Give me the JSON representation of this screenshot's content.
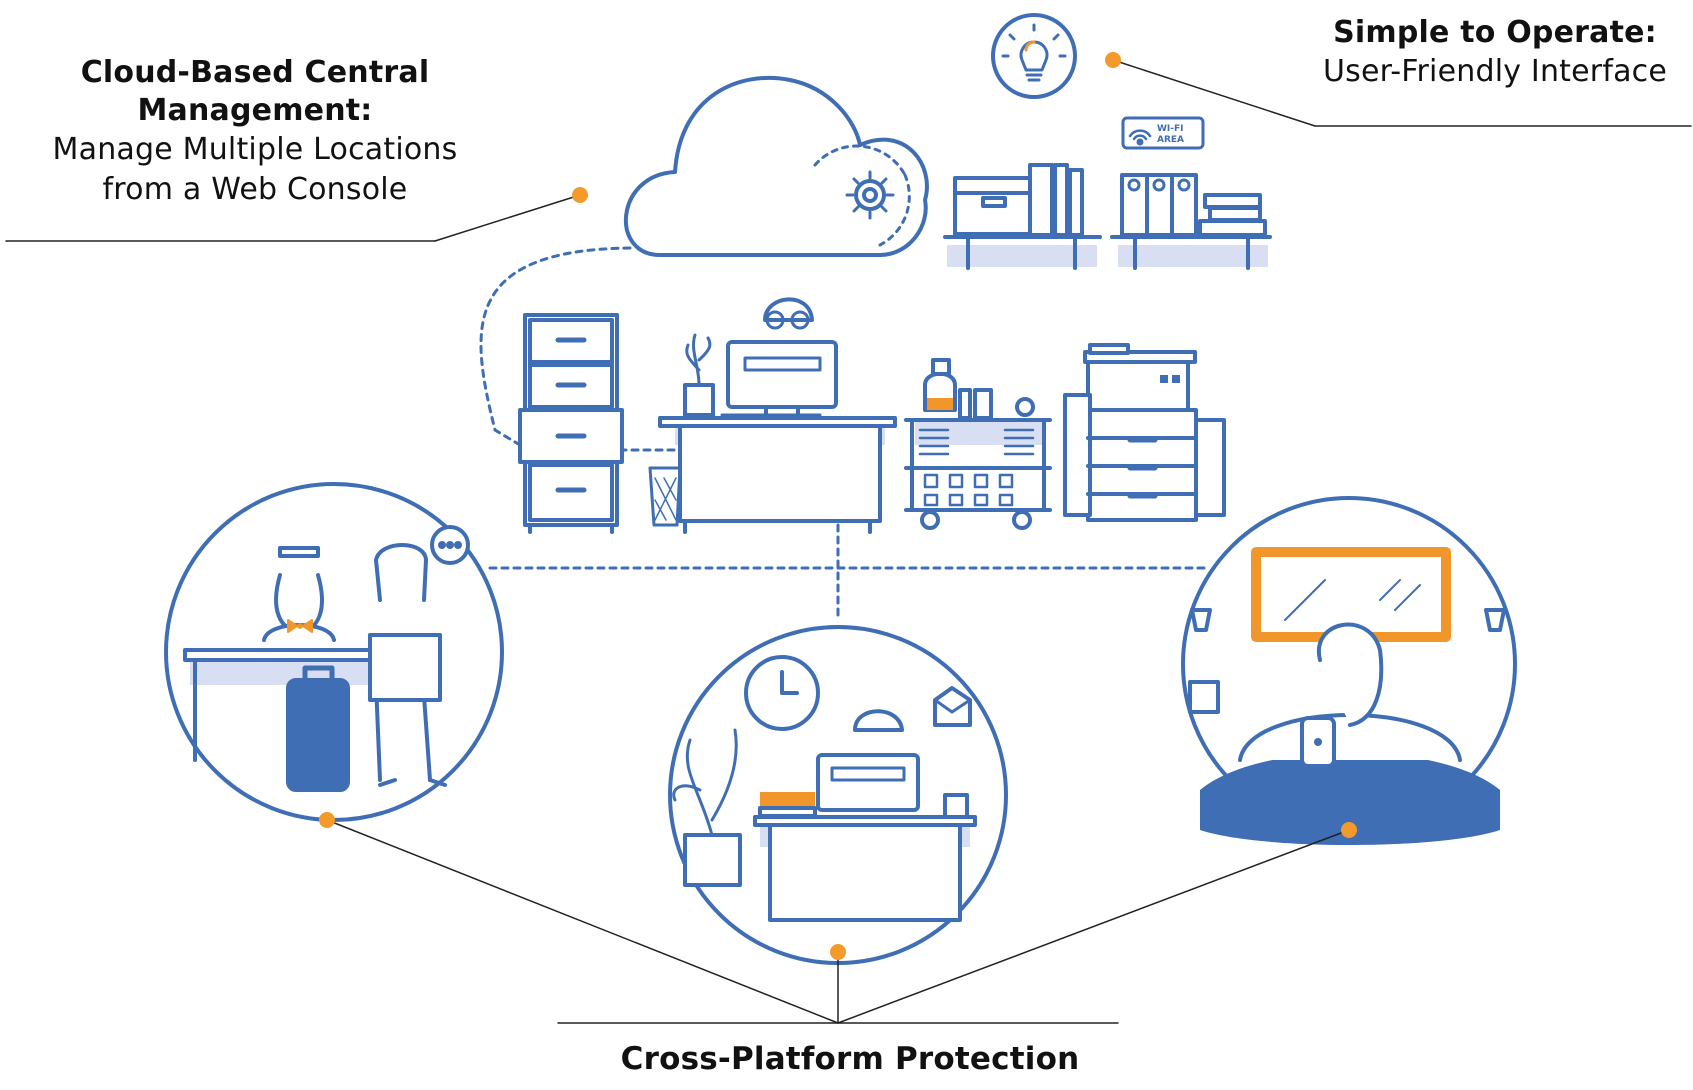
{
  "labels": {
    "cloud": {
      "title": "Cloud-Based Central Management:",
      "subtitle_line1": "Manage Multiple Locations",
      "subtitle_line2": "from a Web Console"
    },
    "simple": {
      "title": "Simple to Operate:",
      "subtitle": "User-Friendly Interface"
    },
    "cross": {
      "title": "Cross-Platform Protection"
    }
  },
  "badges": {
    "wifi_line1": "WI-FI",
    "wifi_line2": "AREA"
  },
  "icons": [
    "cloud-gear-icon",
    "lightbulb-icon",
    "wifi-sign-icon",
    "clock-icon",
    "mail-icon",
    "luggage-icon",
    "tablet-icon"
  ],
  "colors": {
    "line_blue": "#3f6eb5",
    "fill_light": "#d9dff2",
    "accent_orange": "#f0962a",
    "dot_orange": "#f39a2b",
    "text": "#111111"
  }
}
